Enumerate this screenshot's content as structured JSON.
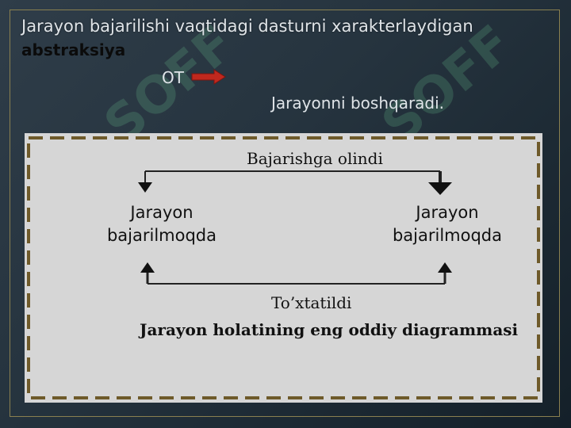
{
  "slide": {
    "heading_line1": "Jarayon bajarilishi vaqtidagi dasturni xarakterlaydigan",
    "heading_line2": "abstraksiya",
    "ot_label": "OT",
    "statement": "Jarayonni boshqaradi."
  },
  "diagram": {
    "top_transition": "Bajarishga olindi",
    "left_state_line1": "Jarayon",
    "left_state_line2": "bajarilmoqda",
    "right_state_line1": "Jarayon",
    "right_state_line2": "bajarilmoqda",
    "bottom_transition": "To’xtatildi",
    "caption": "Jarayon holatining eng oddiy diagrammasi"
  },
  "watermark_text": "SOFF",
  "colors": {
    "accent_arrow": "#c0281e",
    "diagram_bg": "#d6d6d6",
    "dash_border": "#6e5a2a",
    "watermark": "#78e6a0"
  }
}
